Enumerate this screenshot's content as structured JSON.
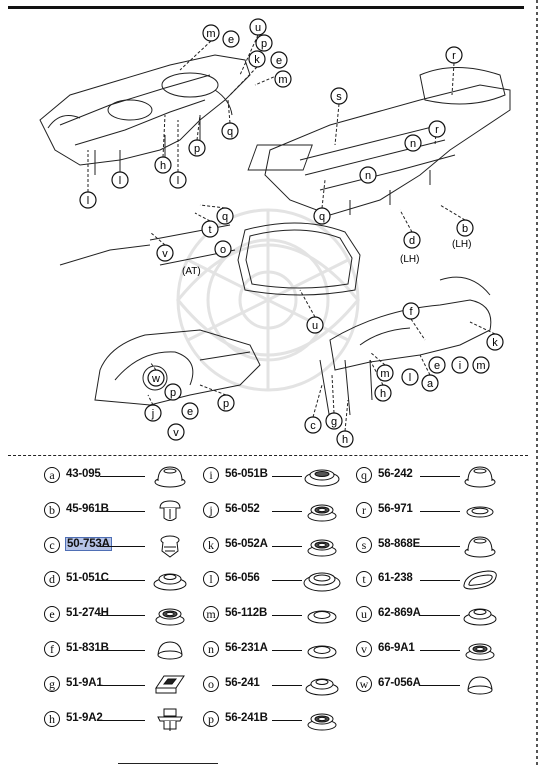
{
  "callout_letters": [
    "m",
    "e",
    "u",
    "p",
    "k",
    "e",
    "m",
    "q",
    "h",
    "l",
    "l",
    "r",
    "s",
    "r",
    "n",
    "n",
    "q",
    "b",
    "d",
    "p",
    "l",
    "t",
    "o",
    "q",
    "v",
    "u",
    "f",
    "k",
    "w",
    "p",
    "e",
    "p",
    "j",
    "v",
    "m",
    "l",
    "e",
    "i",
    "m",
    "a",
    "h",
    "g",
    "c",
    "h"
  ],
  "diagram_notes": {
    "at_note": "(AT)",
    "lh_note_b": "(LH)",
    "lh_note_d": "(LH)"
  },
  "parts": [
    {
      "letter": "a",
      "code": "43-095",
      "icon": "grommet-dome-icon",
      "highlight": false
    },
    {
      "letter": "b",
      "code": "45-961B",
      "icon": "push-plug-icon",
      "highlight": false
    },
    {
      "letter": "c",
      "code": "50-753A",
      "icon": "push-clip-icon",
      "highlight": true
    },
    {
      "letter": "d",
      "code": "51-051C",
      "icon": "grommet-flanged-icon",
      "highlight": false
    },
    {
      "letter": "e",
      "code": "51-274H",
      "icon": "grommet-ribbed-icon",
      "highlight": false
    },
    {
      "letter": "f",
      "code": "51-831B",
      "icon": "cap-plug-icon",
      "highlight": false
    },
    {
      "letter": "g",
      "code": "51-9A1",
      "icon": "square-grommet-icon",
      "highlight": false
    },
    {
      "letter": "h",
      "code": "51-9A2",
      "icon": "fastener-clip-icon",
      "highlight": false
    },
    {
      "letter": "i",
      "code": "56-051B",
      "icon": "grommet-wide-icon",
      "highlight": false
    },
    {
      "letter": "j",
      "code": "56-052",
      "icon": "grommet-ribbed-icon",
      "highlight": false
    },
    {
      "letter": "k",
      "code": "56-052A",
      "icon": "grommet-ribbed-icon",
      "highlight": false
    },
    {
      "letter": "l",
      "code": "56-056",
      "icon": "grommet-large-icon",
      "highlight": false
    },
    {
      "letter": "m",
      "code": "56-112B",
      "icon": "grommet-ring-icon",
      "highlight": false
    },
    {
      "letter": "n",
      "code": "56-231A",
      "icon": "grommet-ring-icon",
      "highlight": false
    },
    {
      "letter": "o",
      "code": "56-241",
      "icon": "grommet-flanged-icon",
      "highlight": false
    },
    {
      "letter": "p",
      "code": "56-241B",
      "icon": "grommet-ribbed-icon",
      "highlight": false
    },
    {
      "letter": "q",
      "code": "56-242",
      "icon": "grommet-dome-icon",
      "highlight": false
    },
    {
      "letter": "r",
      "code": "56-971",
      "icon": "grommet-flat-icon",
      "highlight": false
    },
    {
      "letter": "s",
      "code": "58-868E",
      "icon": "grommet-dome-icon",
      "highlight": false
    },
    {
      "letter": "t",
      "code": "61-238",
      "icon": "oval-grommet-icon",
      "highlight": false
    },
    {
      "letter": "u",
      "code": "62-869A",
      "icon": "grommet-flanged-icon",
      "highlight": false
    },
    {
      "letter": "v",
      "code": "66-9A1",
      "icon": "grommet-ribbed-icon",
      "highlight": false
    },
    {
      "letter": "w",
      "code": "67-056A",
      "icon": "cap-plug-icon",
      "highlight": false
    }
  ]
}
